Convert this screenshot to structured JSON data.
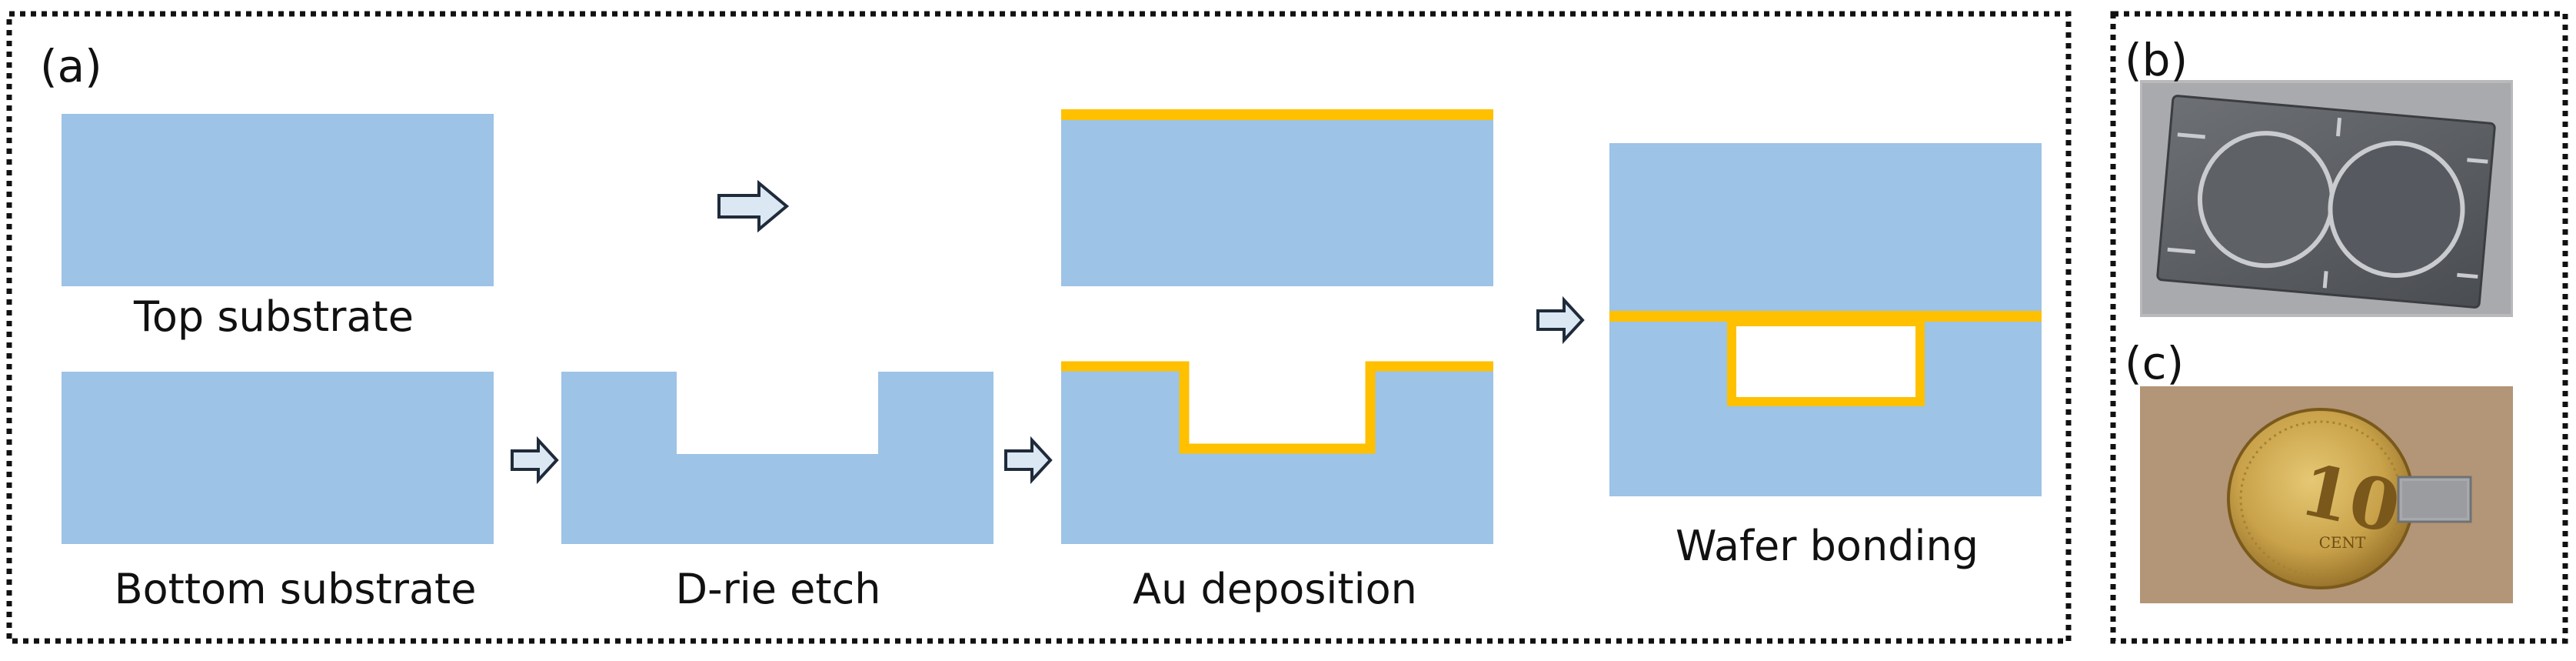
{
  "panels": {
    "a": "(a)",
    "b": "(b)",
    "c": "(c)"
  },
  "steps": {
    "top_substrate": "Top substrate",
    "bottom_substrate": "Bottom substrate",
    "drie_etch": "D-rie etch",
    "au_deposition": "Au deposition",
    "wafer_bonding": "Wafer bonding"
  },
  "coin": {
    "value": "10",
    "unit": "CENT"
  },
  "colors": {
    "substrate": "#9dc3e6",
    "gold": "#ffc000",
    "arrow_fill": "#dbe8f4",
    "arrow_stroke": "#1f2b3a",
    "frame": "#111111"
  }
}
